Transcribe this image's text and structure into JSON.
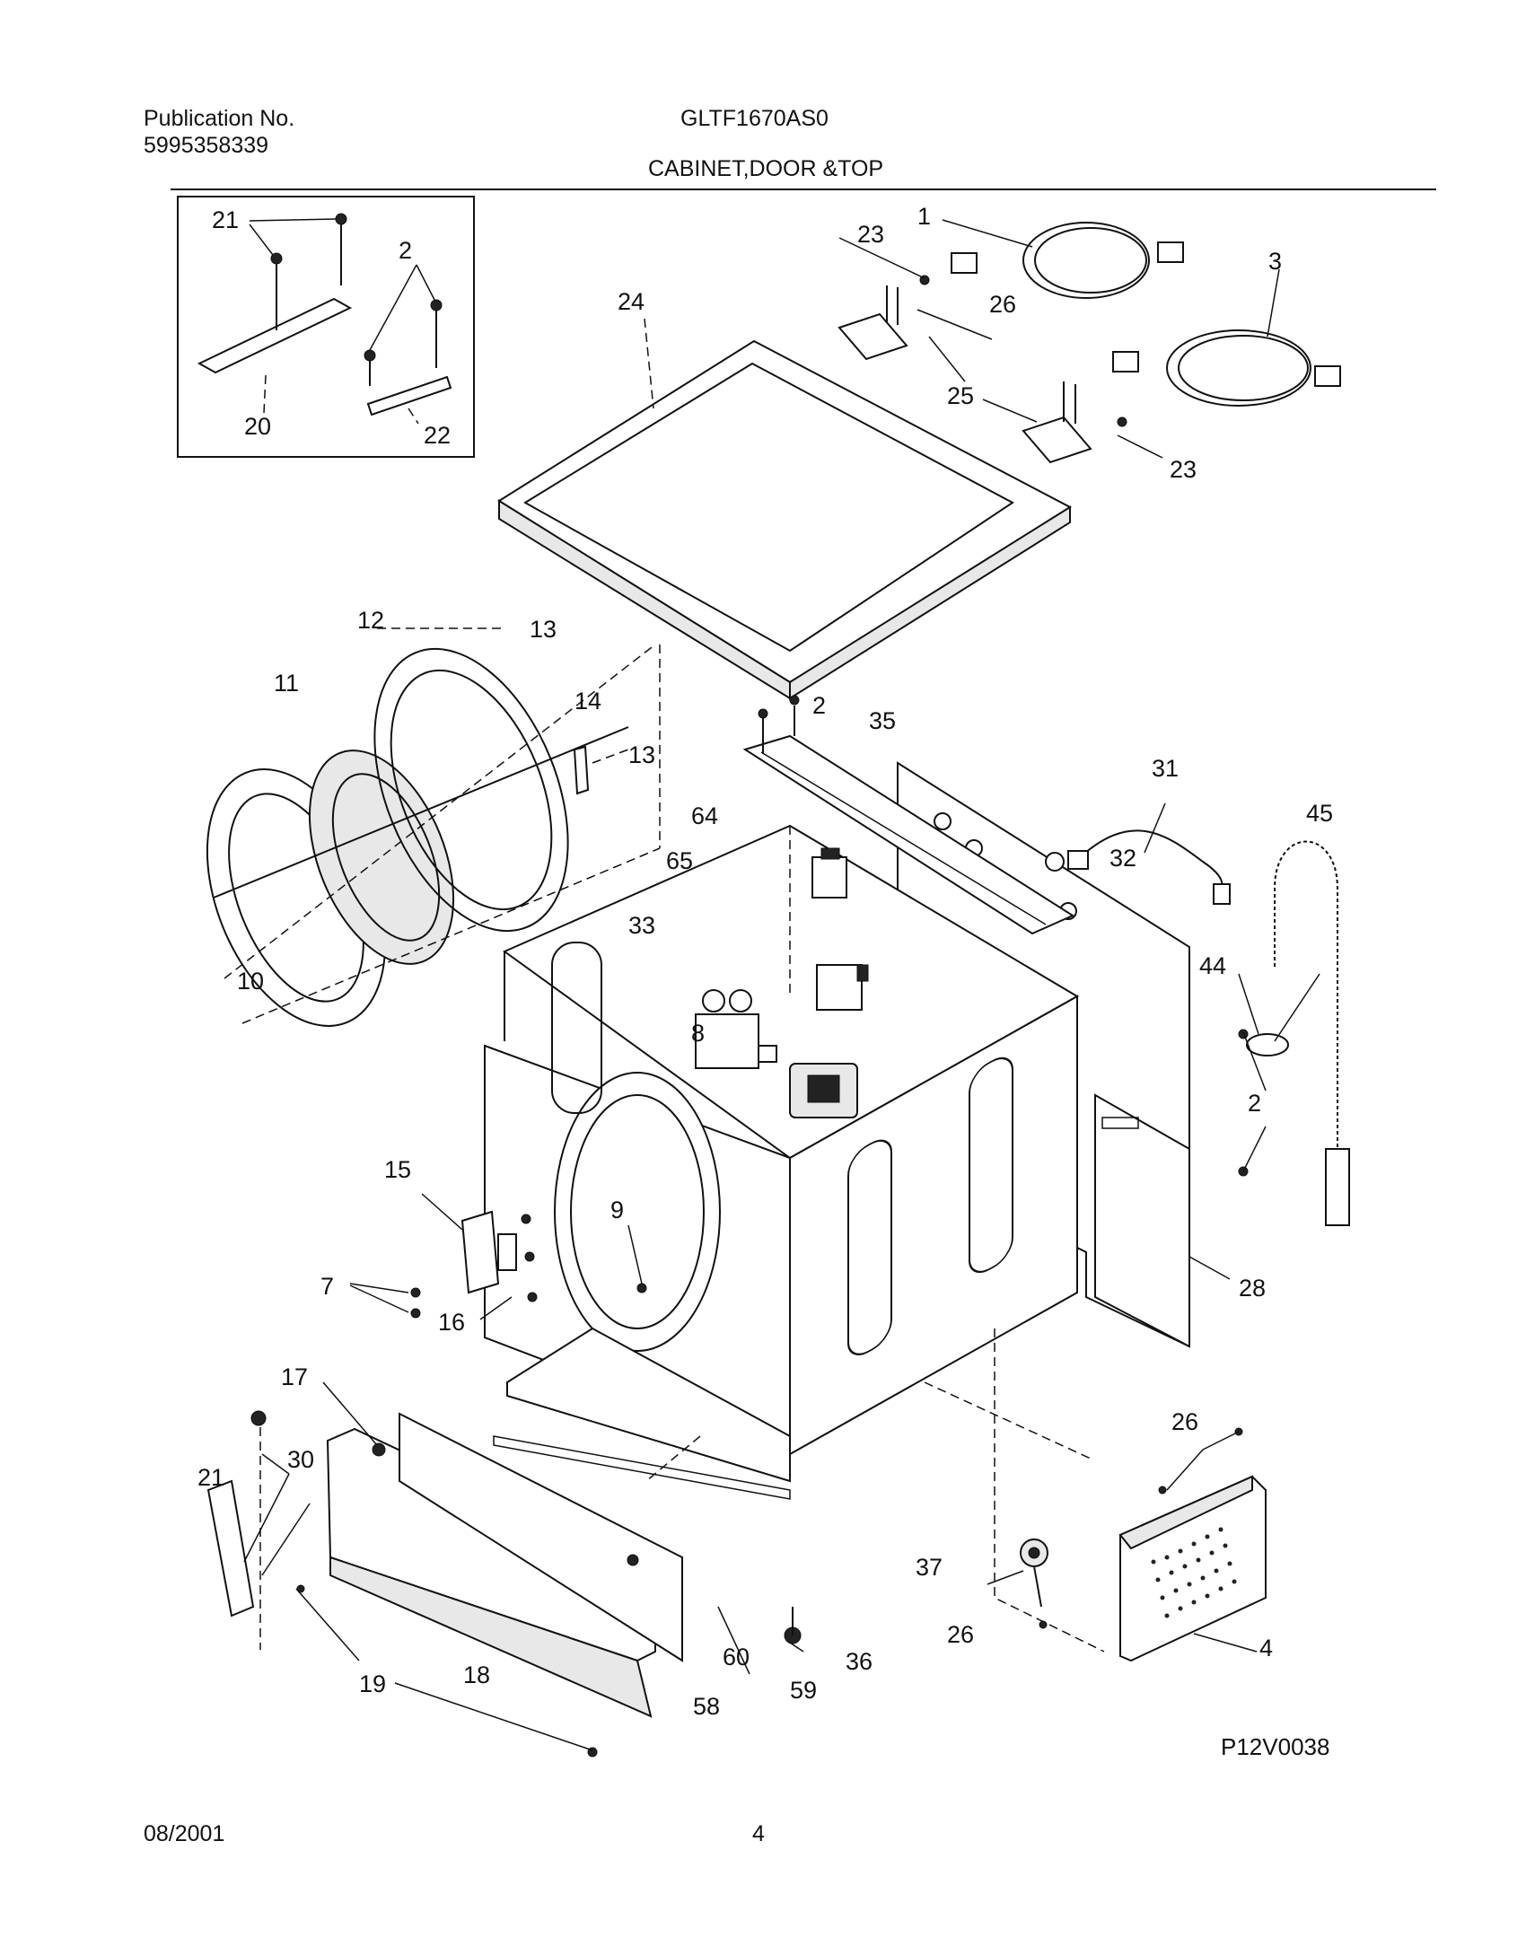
{
  "header": {
    "publication_label": "Publication No.",
    "publication_number": "5995358339",
    "model": "GLTF1670AS0",
    "section_title": "CABINET,DOOR &TOP"
  },
  "footer": {
    "date": "08/2001",
    "page_number": "4",
    "drawing_id": "P12V0038"
  },
  "callouts": {
    "inset": [
      "21",
      "2",
      "20",
      "22"
    ],
    "top": [
      "23",
      "1",
      "3",
      "24",
      "26",
      "25",
      "23"
    ],
    "door": [
      "12",
      "13",
      "11",
      "14",
      "13",
      "10"
    ],
    "cabinet": [
      "2",
      "35",
      "31",
      "45",
      "64",
      "32",
      "65",
      "33",
      "44",
      "8",
      "2",
      "15",
      "9",
      "7",
      "28",
      "16"
    ],
    "base": [
      "17",
      "26",
      "21",
      "30",
      "37",
      "26",
      "4",
      "60",
      "36",
      "19",
      "18",
      "59",
      "58"
    ]
  }
}
